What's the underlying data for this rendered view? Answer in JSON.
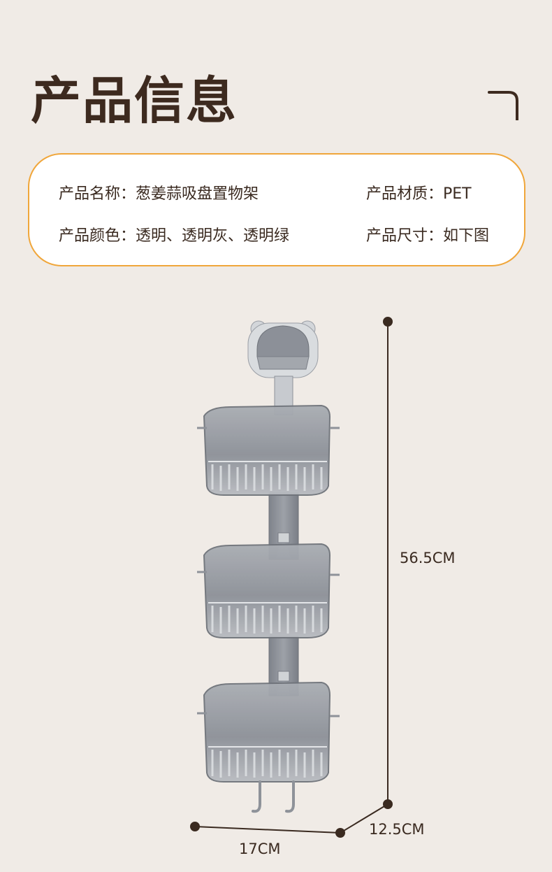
{
  "header": {
    "title": "产品信息",
    "corner_icon": "corner-bracket-icon"
  },
  "info": {
    "name_label": "产品名称：",
    "name_value": "葱姜蒜吸盘置物架",
    "material_label": "产品材质：",
    "material_value": "PET",
    "color_label": "产品颜色：",
    "color_value": "透明、透明灰、透明绿",
    "size_label": "产品尺寸：",
    "size_value": "如下图"
  },
  "dimensions": {
    "height": "56.5CM",
    "depth": "12.5CM",
    "width": "17CM"
  },
  "colors": {
    "accent_border": "#f0a63a",
    "background": "#f0ebe6",
    "title": "#3d2a1f"
  }
}
